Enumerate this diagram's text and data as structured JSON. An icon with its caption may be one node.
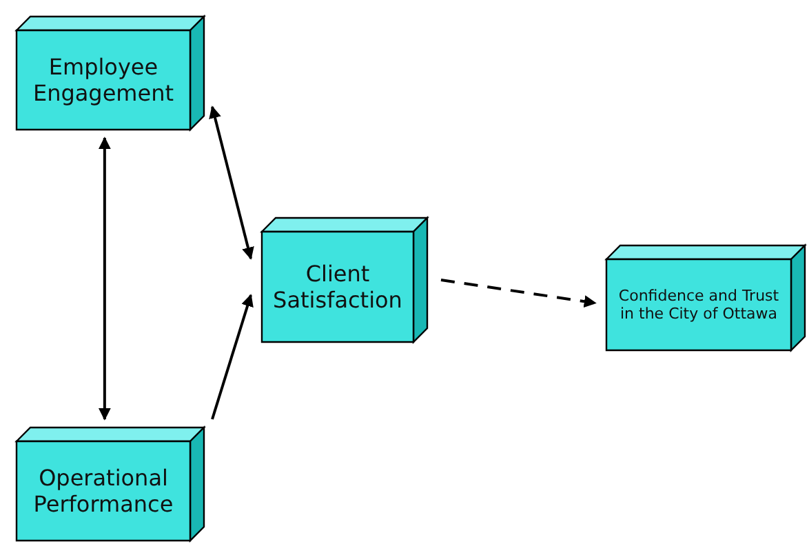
{
  "diagram": {
    "nodes": [
      {
        "text": [
          "Employee Engagement"
        ]
      },
      {
        "text": [
          "Operational Performance"
        ]
      },
      {
        "text": [
          "Client Satisfaction"
        ]
      },
      {
        "text": [
          "Confidence and Trust in the City of Ottawa"
        ]
      }
    ],
    "edges": [
      {
        "from": 0,
        "to": 1,
        "arrow": "both"
      },
      {
        "from": 0,
        "to": 2,
        "arrow": "both"
      },
      {
        "from": 1,
        "to": 2,
        "arrow": "to"
      },
      {
        "from": 2,
        "to": 3,
        "arrow": "to",
        "style": "dashed"
      }
    ]
  }
}
